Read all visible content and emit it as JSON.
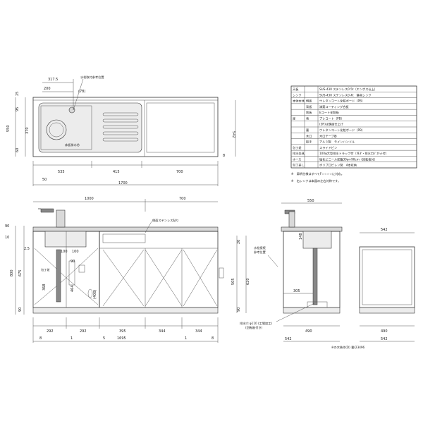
{
  "plan": {
    "dims": {
      "d317": "317.5",
      "d200": "200",
      "d78": "(78)",
      "d25": "25",
      "d95": "95",
      "d550": "550",
      "d370": "370",
      "d60": "60",
      "d542": "542",
      "d8": "8",
      "d535": "535",
      "d415": "415",
      "d700": "700",
      "d50": "50",
      "d1700": "1700"
    },
    "labels": {
      "faucet_ref": "水栓取付参考位置",
      "drain": "床板排水芯"
    }
  },
  "front": {
    "dims": {
      "top1000": "1000",
      "top700": "700",
      "l90": "90",
      "l10": "10",
      "l25": "2.5",
      "l800": "800",
      "l675": "675",
      "l90b": "90",
      "l368": "368",
      "r20": "20",
      "r505": "505",
      "r620": "620",
      "r90": "90",
      "i100a": "100",
      "i100b": "100",
      "i464": "464",
      "i400": "(400)",
      "i90": "90",
      "b292a": "292",
      "b292b": "292",
      "b395": "395",
      "b344a": "344",
      "b344b": "344",
      "b1695": "1695",
      "tick8": "8",
      "tick1a": "1",
      "tick5": "5",
      "tick1b": "1",
      "tick8b": "8"
    },
    "labels": {
      "side_sticker": "側面ステンレス貼り",
      "pack_note": "包丁差"
    }
  },
  "side": {
    "dims": {
      "w550": "550",
      "h148": "148",
      "d305": "305",
      "d490": "490",
      "d542": "542"
    },
    "labels": {
      "faucet": "水栓接続",
      "faucet2": "参考位置",
      "drain": "排水穴 φ110 (工場加工)",
      "drain2": "(回転板付き)"
    }
  },
  "rear": {
    "dims": {
      "w542": "542",
      "d490": "490",
      "d542": "542"
    }
  },
  "spec_table": {
    "rows": [
      {
        "a": "天板",
        "b": "",
        "c": "SUS-430 ステンレス0.5t（エンボス仕上）"
      },
      {
        "a": "シンク",
        "b": "",
        "c": "SUS-430 ステンレス0.4t　静音シンク"
      },
      {
        "a": "本体本体",
        "b": "側板",
        "c": "ウレタンコート化粧ボード（PB）"
      },
      {
        "a": "",
        "b": "背板",
        "c": "満薬コーティング合板"
      },
      {
        "a": "",
        "b": "地板",
        "c": "Eコート化粧板"
      },
      {
        "a": "扉",
        "b": "表",
        "c": "プレコート（PB）"
      },
      {
        "a": "",
        "b": "",
        "c": "(3R)は鏡面仕上げ"
      },
      {
        "a": "",
        "b": "裏",
        "c": "ウレタンコート化粧ボード（PB）"
      },
      {
        "a": "",
        "b": "木口",
        "c": "木口テープ巻"
      },
      {
        "a": "",
        "b": "取手",
        "c": "アルミ製　ラインハンドル"
      },
      {
        "a": "包丁差",
        "b": "",
        "c": "スライドピン"
      },
      {
        "a": "排水金具",
        "b": "",
        "c": "100φ大型排水トラップ付（'83'・排水口ﾊﾞｽｹｯﾄ付）"
      },
      {
        "a": "ホース",
        "b": "",
        "c": "塩化ビニール蛇腹30φ×90cm（回転板付）"
      },
      {
        "a": "包丁差し",
        "b": "",
        "c": "ポリプロピレン製　4本収納"
      }
    ],
    "notes": [
      "※　扉柄仕様はすべてF☆☆☆☆に対応。",
      "※　右シンクは本図の左右対称です。"
    ]
  },
  "footer": {
    "credit": "※の木装作(D) 番(23496"
  }
}
